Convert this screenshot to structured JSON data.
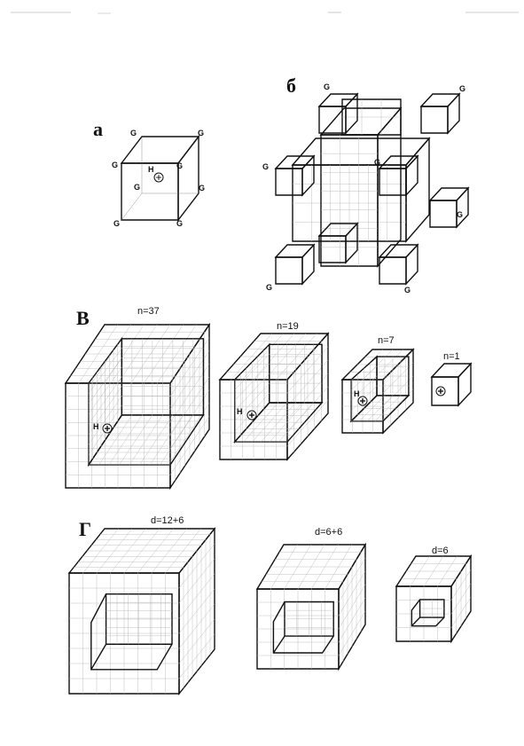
{
  "panels": {
    "a": {
      "letter": "а",
      "corner_label": "G",
      "center_label": "H"
    },
    "b": {
      "letter": "б",
      "corner_label": "G"
    },
    "v": {
      "letter": "В",
      "site_label": "H",
      "clusters": [
        {
          "caption": "n=37",
          "size": 4
        },
        {
          "caption": "n=19",
          "size": 3
        },
        {
          "caption": "n=7",
          "size": 2
        },
        {
          "caption": "n=1",
          "size": 1
        }
      ]
    },
    "g": {
      "letter": "Г",
      "shells": [
        {
          "caption": "d=12+6"
        },
        {
          "caption": "d=6+6"
        },
        {
          "caption": "d=6"
        }
      ]
    }
  },
  "colors": {
    "ink": "#111111",
    "grid": "#b9b9b9",
    "stipple": "#8a8a8a"
  }
}
